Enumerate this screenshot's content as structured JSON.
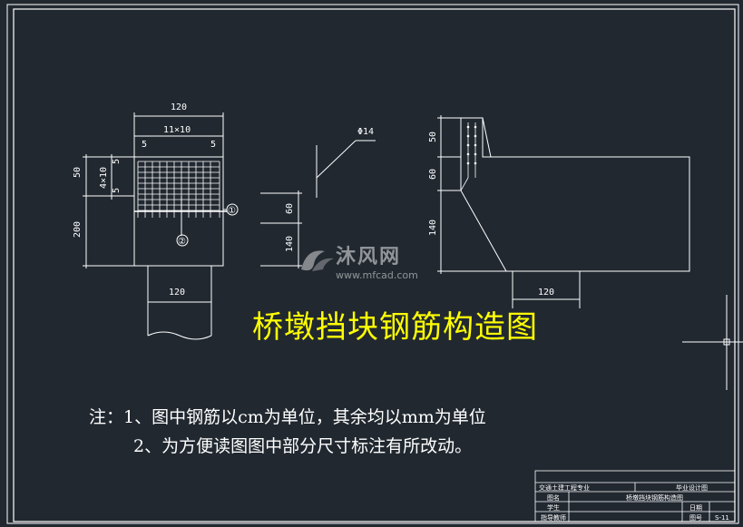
{
  "title": "桥墩挡块钢筋构造图",
  "notes": {
    "line1": "注：1、图中钢筋以cm为单位，其余均以mm为单位",
    "line2": "2、为方便读图图中部分尺寸标注有所改动。"
  },
  "section_view": {
    "dim_top": "120",
    "dim_grid": "11×10",
    "dim_side_left": "5",
    "dim_side_right": "5",
    "dim_left_upper": "50",
    "dim_left_lower": "200",
    "dim_inner_4x10": "4×10",
    "dim_inner_5a": "5",
    "dim_inner_5b": "5",
    "dim_bottom": "120",
    "callout_1": "①",
    "callout_2": "②"
  },
  "middle_detail": {
    "dim_60": "60",
    "dim_140": "140",
    "bar_label": "Φ14"
  },
  "elevation_view": {
    "dim_50": "50",
    "dim_60": "60",
    "dim_140": "140",
    "dim_bottom": "120"
  },
  "watermark": {
    "text_cn": "沐风网",
    "url": "www.mfcad.com"
  },
  "title_block": {
    "major": "交通土建工程专业",
    "project": "毕业设计图",
    "name_label": "图名",
    "drawing_name": "桥墩挡块钢筋构造图",
    "student_label": "学生",
    "date_label": "日期",
    "advisor_label": "指导教师",
    "sheet_label": "图号",
    "sheet_no": "S-11"
  },
  "colors": {
    "background": "#212830",
    "lines": "#ffffff",
    "title": "#ffff00"
  }
}
